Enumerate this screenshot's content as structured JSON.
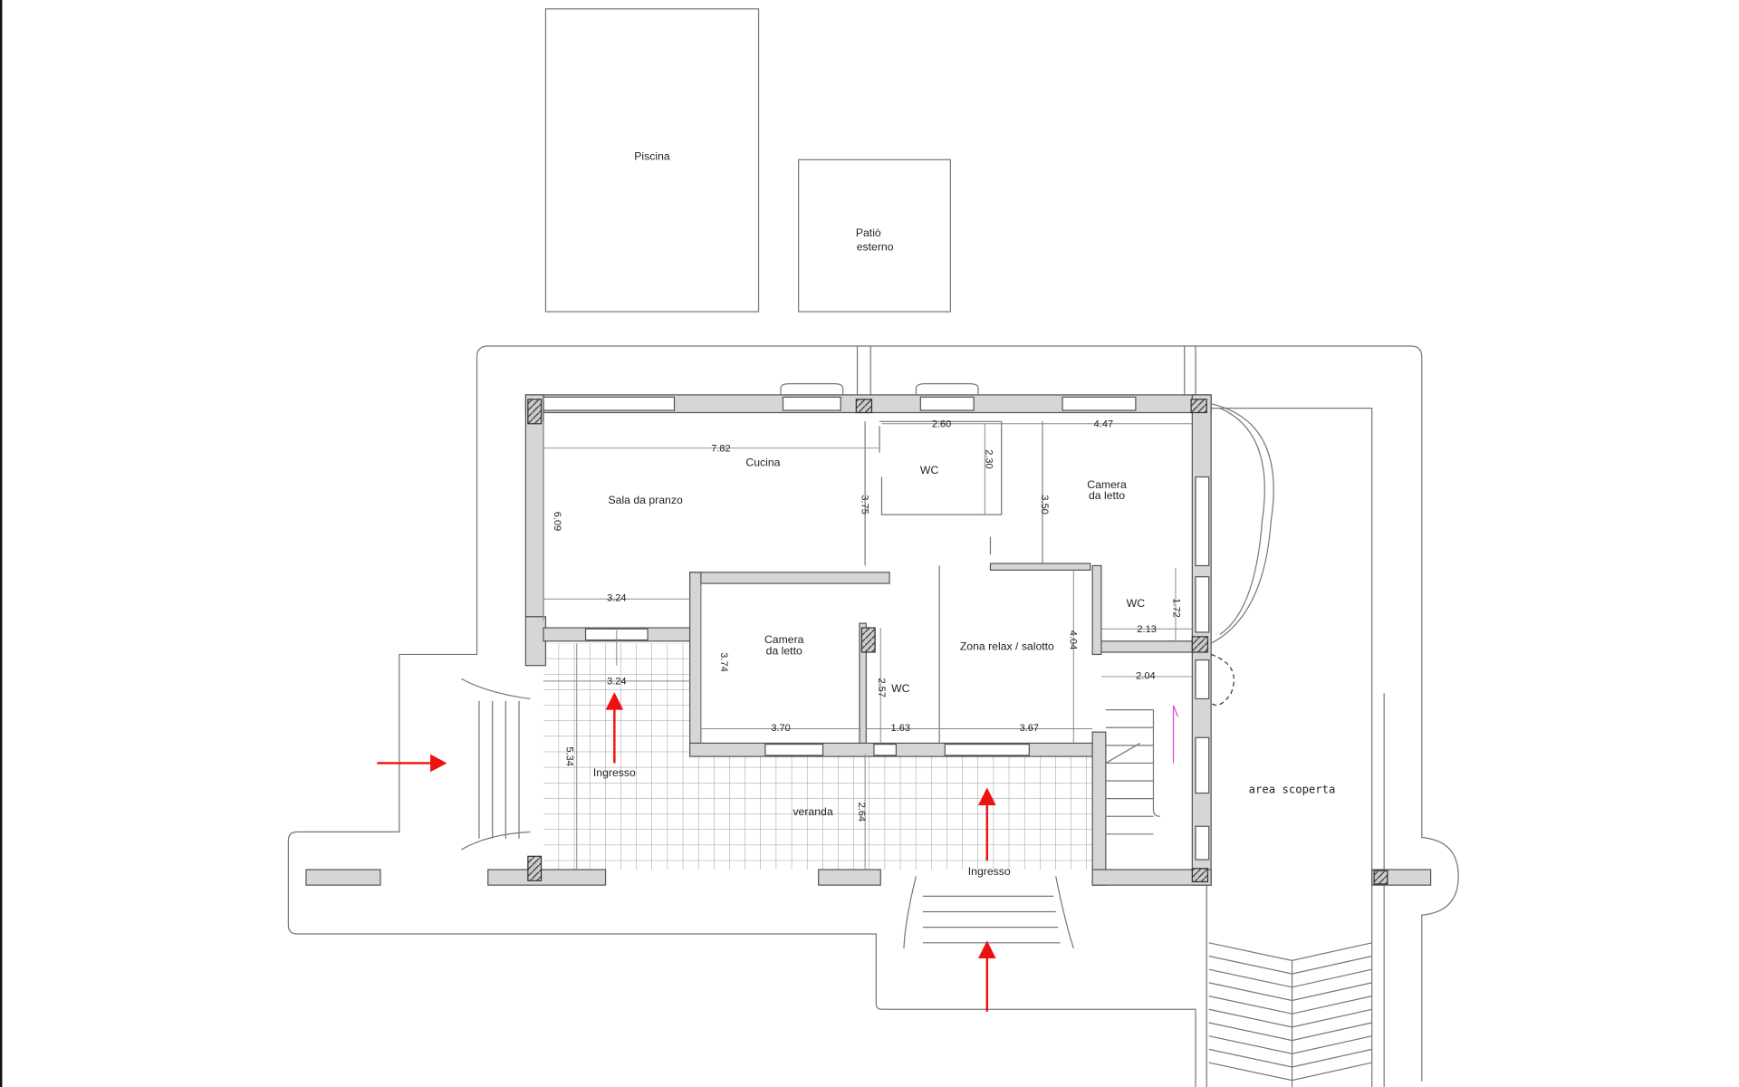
{
  "plan": {
    "rooms": {
      "piscina": "Piscina",
      "patio_line1": "Patiò",
      "patio_line2": "esterno",
      "cucina": "Cucina",
      "sala": "Sala da pranzo",
      "wc_top": "WC",
      "camera_ne_1": "Camera",
      "camera_ne_2": "da letto",
      "wc_east": "WC",
      "camera_s_1": "Camera",
      "camera_s_2": "da letto",
      "zona_relax": "Zona relax / salotto",
      "wc_small": "WC",
      "veranda": "veranda",
      "ingresso_west": "Ingresso",
      "ingresso_south": "Ingresso",
      "area_scoperta": "area scoperta"
    },
    "dimensions": {
      "d782": "7.82",
      "d260": "2.60",
      "d447": "4.47",
      "d230": "2.30",
      "d375": "3.75",
      "d350": "3.50",
      "d609": "6.09",
      "d324a": "3.24",
      "d324b": "3.24",
      "d374": "3.74",
      "d404": "4.04",
      "d172": "1.72",
      "d213": "2.13",
      "d204": "2.04",
      "d257": "2.57",
      "d370": "3.70",
      "d163": "1.63",
      "d367": "3.67",
      "d534": "5.34",
      "d264": "2.64"
    },
    "colors": {
      "arrow": "#ee1111",
      "wall": "#d6d6d6",
      "stair_marker": "#dd44dd"
    }
  }
}
